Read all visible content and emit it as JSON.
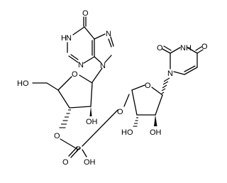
{
  "labels": {
    "O_hypox_carbonyl": "O",
    "HN_hypox": "H",
    "N1_hypox": "N",
    "N3_hypox": "N",
    "N7_hypox": "N",
    "N9_hypox": "N",
    "HO_5prime_inosine": "HO",
    "O_ring_inosine": "O",
    "OH_2prime_inosine": "OH",
    "O_3prime_inosine": "O",
    "P": "P",
    "O_phosphoryl": "O",
    "OH_phosphate": "OH",
    "O_5prime_uridine": "O",
    "O_ring_uridine": "O",
    "HO_3prime_uridine": "HO",
    "OH_2prime_uridine": "OH",
    "N1_uracil": "N",
    "NH_uracil": "NH",
    "O2_uracil": "O",
    "O4_uracil": "O"
  }
}
